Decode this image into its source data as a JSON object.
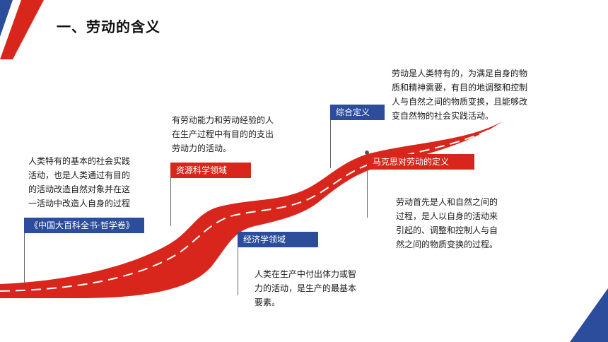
{
  "page": {
    "title": "一、劳动的含义"
  },
  "milestones": [
    {
      "label": "《中国大百科全书·哲学卷》",
      "color": "#2b4d9b",
      "text": [
        "人类特有的基本的社会实践",
        "活动，也是人类通过有目的",
        "的活动改造自然对象并在这",
        "一活动中改造人自身的过程"
      ]
    },
    {
      "label": "资源科学领域",
      "color": "#d9261c",
      "text": [
        "有劳动能力和劳动经验的人",
        "在生产过程中有目的的支出",
        "劳动力的活动。"
      ]
    },
    {
      "label": "经济学领域",
      "color": "#2b4d9b",
      "text": [
        "人类在生产中付出体力或智",
        "力的活动，是生产的最基本",
        "要素。"
      ]
    },
    {
      "label": "综合定义",
      "color": "#2b4d9b",
      "text": [
        "劳动是人类特有的，为满足自身的物",
        "质和精神需要，有目的地调整和控制",
        "人与自然之间的物质变换，且能够改",
        "变自然物的社会实践活动。"
      ]
    },
    {
      "label": "马克思对劳动的定义",
      "color": "#d9261c",
      "text": [
        "劳动首先是人和自然之间的",
        "过程，是人以自身的活动来",
        "引起的、调整和控制人与自",
        "然之间的物质变换的过程。"
      ]
    }
  ],
  "colors": {
    "road": "#d9261c",
    "accent_blue": "#2b4d9b"
  }
}
